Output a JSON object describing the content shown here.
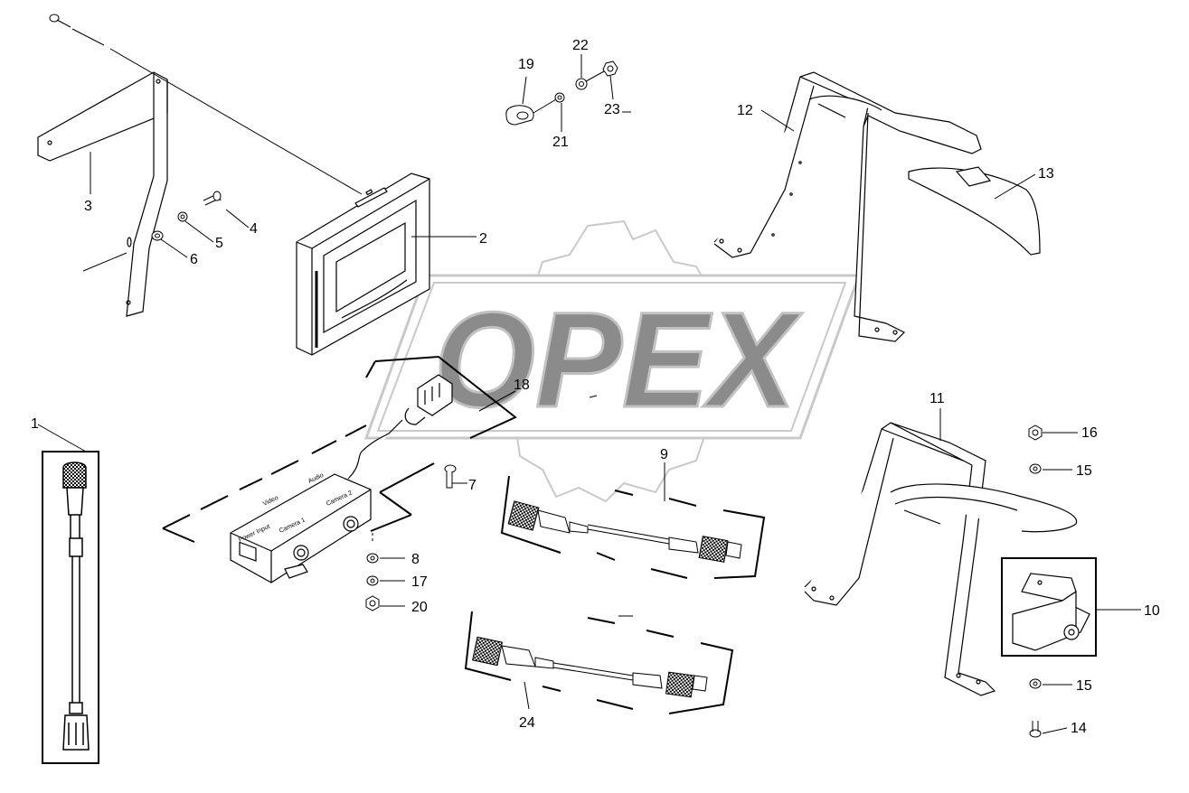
{
  "watermark": {
    "text": "OPEX"
  },
  "callouts": [
    {
      "id": "c1",
      "label": "1"
    },
    {
      "id": "c2",
      "label": "2"
    },
    {
      "id": "c3",
      "label": "3"
    },
    {
      "id": "c4",
      "label": "4"
    },
    {
      "id": "c5",
      "label": "5"
    },
    {
      "id": "c6",
      "label": "6"
    },
    {
      "id": "c7",
      "label": "7"
    },
    {
      "id": "c8",
      "label": "8"
    },
    {
      "id": "c9",
      "label": "9"
    },
    {
      "id": "c10",
      "label": "10"
    },
    {
      "id": "c11",
      "label": "11"
    },
    {
      "id": "c12",
      "label": "12"
    },
    {
      "id": "c13",
      "label": "13"
    },
    {
      "id": "c14",
      "label": "14"
    },
    {
      "id": "c15a",
      "label": "15"
    },
    {
      "id": "c15b",
      "label": "15"
    },
    {
      "id": "c16",
      "label": "16"
    },
    {
      "id": "c17",
      "label": "17"
    },
    {
      "id": "c18",
      "label": "18"
    },
    {
      "id": "c19",
      "label": "19"
    },
    {
      "id": "c20",
      "label": "20"
    },
    {
      "id": "c21",
      "label": "21"
    },
    {
      "id": "c22",
      "label": "22"
    },
    {
      "id": "c23",
      "label": "23"
    },
    {
      "id": "c24",
      "label": "24"
    }
  ],
  "control_box": {
    "video": "Video",
    "audio": "Audio",
    "power_input": "Power Input",
    "camera1": "Camera 1",
    "camera2": "Camera 2"
  }
}
